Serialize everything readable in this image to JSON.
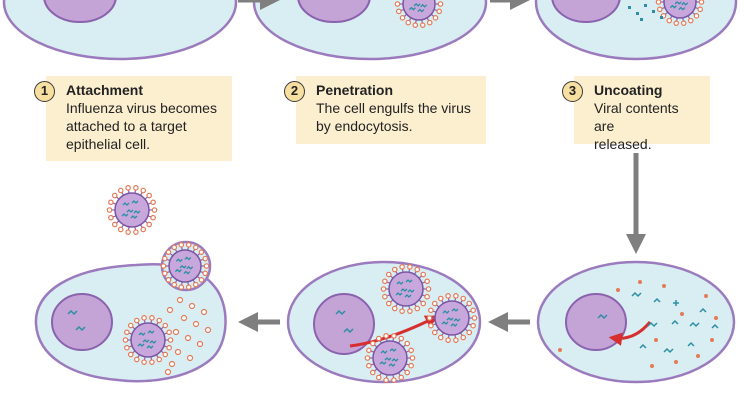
{
  "steps": [
    {
      "number": "1",
      "title": "Attachment",
      "description": "Influenza virus becomes\nattached to a target\nepithelial cell."
    },
    {
      "number": "2",
      "title": "Penetration",
      "description": "The cell engulfs the virus\nby endocytosis."
    },
    {
      "number": "3",
      "title": "Uncoating",
      "description": "Viral contents are\nreleased."
    }
  ],
  "colors": {
    "cell_fill": "#d9eef3",
    "cell_stroke": "#9b7bbd",
    "nucleus_fill": "#c4a3d6",
    "nucleus_stroke": "#8a62ad",
    "virus_fill": "#c8a7dc",
    "spike": "#e47a57",
    "rna": "#2a8fa3",
    "arrow_gray": "#7f7f7f",
    "arrow_red": "#d62f2f",
    "box_fill": "#fcefd0",
    "badge_fill": "#f6dfa0"
  }
}
